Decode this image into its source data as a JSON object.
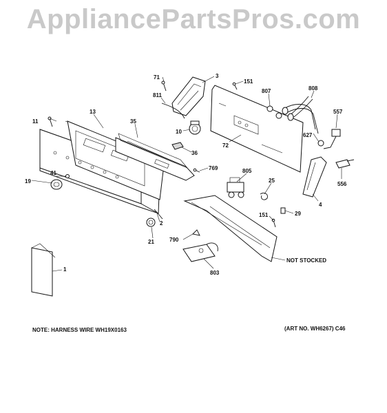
{
  "watermark": "AppliancePartsPros.com",
  "notes": {
    "harness": "NOTE: HARNESS WIRE WH19X0163",
    "art_no": "(ART NO. WH6267) C46",
    "not_stocked": "NOT STOCKED"
  },
  "callouts": {
    "c71": "71",
    "c3": "3",
    "c151a": "151",
    "c807": "807",
    "c808": "808",
    "c811": "811",
    "c11": "11",
    "c13": "13",
    "c557": "557",
    "c35": "35",
    "c10": "10",
    "c627": "627",
    "c72": "72",
    "c36": "36",
    "c769": "769",
    "c805": "805",
    "c41": "41",
    "c19": "19",
    "c25": "25",
    "c556": "556",
    "c4": "4",
    "c151b": "151",
    "c29": "29",
    "c2": "2",
    "c21": "21",
    "c790": "790",
    "c803": "803",
    "c1": "1"
  }
}
